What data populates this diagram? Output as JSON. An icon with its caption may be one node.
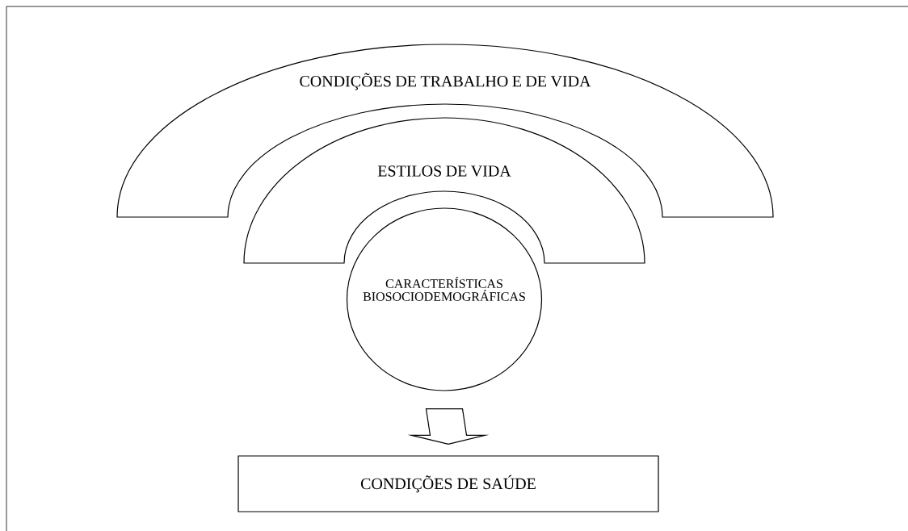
{
  "diagram": {
    "nodes": [
      {
        "text": [
          "CONDIÇÕES DE TRABALHO E DE VIDA"
        ]
      },
      {
        "text": [
          "ESTILOS DE VIDA"
        ]
      },
      {
        "text": [
          "CARACTERÍSTICAS BIOSOCIODEMOGRÁFICAS"
        ]
      },
      {
        "text": [
          "CONDIÇÕES DE SAÚDE"
        ]
      }
    ],
    "edges": [
      {
        "from": 2,
        "to": 3,
        "arrow": "to"
      }
    ]
  }
}
